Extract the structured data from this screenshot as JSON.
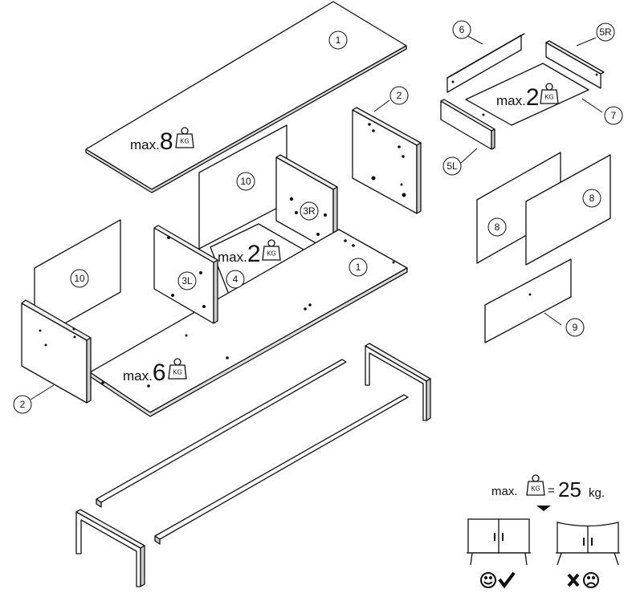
{
  "parts": {
    "p1_top": "1",
    "p2_right": "2",
    "p10_back": "10",
    "p3R": "3R",
    "p4": "4",
    "p3L": "3L",
    "p1_bottom": "1",
    "p10_left": "10",
    "p2_left": "2",
    "p6": "6",
    "p5R": "5R",
    "p7": "7",
    "p5L": "5L",
    "p8_left": "8",
    "p8_right": "8",
    "p9": "9"
  },
  "loads": {
    "top_prefix": "max.",
    "top_value": "8",
    "shelf_prefix": "max.",
    "shelf_value": "2",
    "bottom_prefix": "max.",
    "bottom_value": "6",
    "drawer_prefix": "max.",
    "drawer_value": "2",
    "kg_icon_text": "KG"
  },
  "total_load": {
    "prefix": "max.",
    "equals": "=",
    "value": "25",
    "unit": "kg."
  },
  "icons": {
    "weight": "weight-kg-icon",
    "ok_face": "smiley-face-icon",
    "check": "check-mark-icon",
    "cross": "cross-mark-icon",
    "sad_face": "sad-face-icon"
  }
}
